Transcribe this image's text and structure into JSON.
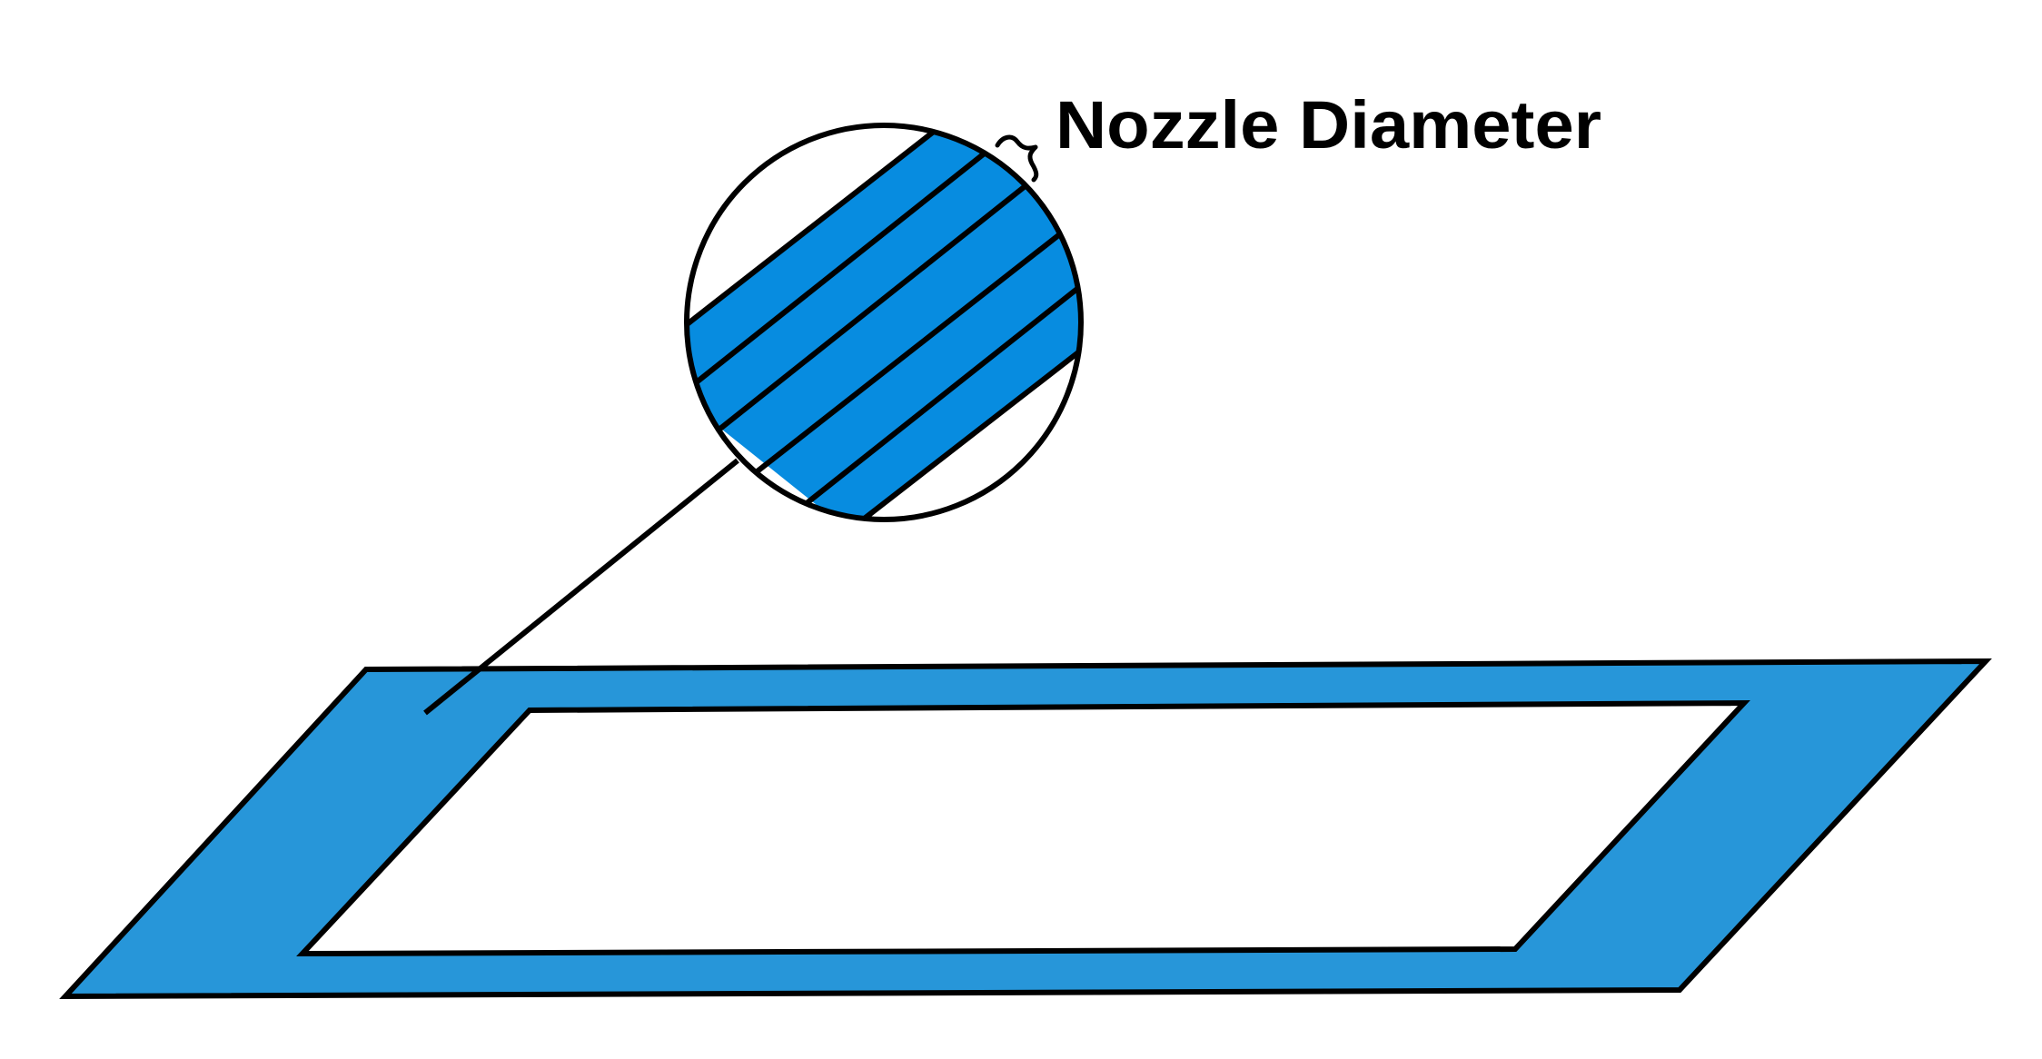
{
  "diagram": {
    "label": "Nozzle Diameter",
    "colors": {
      "background": "#ffffff",
      "outline": "#000000",
      "extrusion_fill": "#2796D9",
      "nozzle_detail_fill": "#078CE0"
    },
    "elements": [
      {
        "name": "print-layer-outline",
        "shape": "parallelogram-frame",
        "description": "Blue rectangular perimeter extrusion shown in perspective"
      },
      {
        "name": "magnifier-circle",
        "shape": "circle",
        "description": "Zoomed-in detail of extruded lines"
      },
      {
        "name": "leader-line",
        "shape": "line",
        "description": "Connects detail circle to the print layer"
      },
      {
        "name": "nozzle-diameter-brace",
        "shape": "curly-brace",
        "description": "Brace indicating width of one extruded line"
      },
      {
        "name": "extrusion-stripes",
        "count": 5,
        "description": "Five adjacent extruded lines inside the circle"
      }
    ]
  }
}
